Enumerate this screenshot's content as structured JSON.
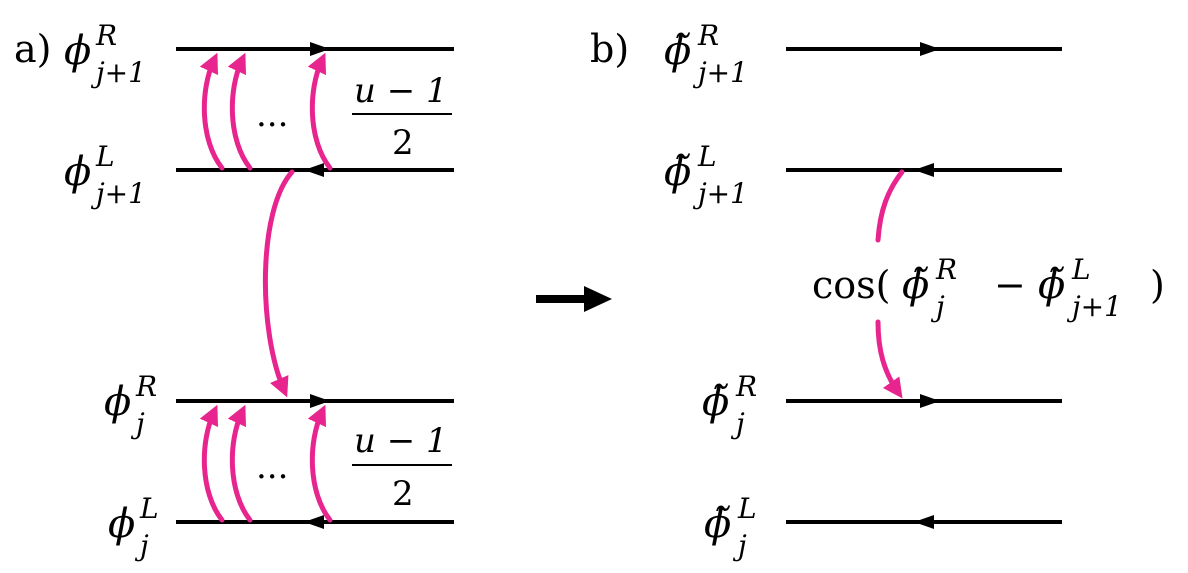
{
  "panel_a": {
    "label": "a)",
    "fields": [
      {
        "symbol": "ϕ",
        "sup": "R",
        "sub": "j+1"
      },
      {
        "symbol": "ϕ",
        "sup": "L",
        "sub": "j+1"
      },
      {
        "symbol": "ϕ",
        "sup": "R",
        "sub": "j"
      },
      {
        "symbol": "ϕ",
        "sup": "L",
        "sub": "j"
      }
    ],
    "dots": "...",
    "fraction": {
      "numerator": "u − 1",
      "denominator": "2"
    }
  },
  "panel_b": {
    "label": "b)",
    "fields": [
      {
        "symbol": "ϕ̃",
        "sup": "R",
        "sub": "j+1"
      },
      {
        "symbol": "ϕ̃",
        "sup": "L",
        "sub": "j+1"
      },
      {
        "symbol": "ϕ̃",
        "sup": "R",
        "sub": "j"
      },
      {
        "symbol": "ϕ̃",
        "sup": "L",
        "sub": "j"
      }
    ],
    "coupling": {
      "func": "cos(",
      "a": "ϕ̃",
      "a_sup": "R",
      "a_sub": "j",
      "minus": "−",
      "b": "ϕ̃",
      "b_sup": "L",
      "b_sub": "j+1",
      "close": ")"
    }
  },
  "colors": {
    "accent": "#e8248e",
    "line": "#000000"
  },
  "transition_arrow": "right-arrow"
}
